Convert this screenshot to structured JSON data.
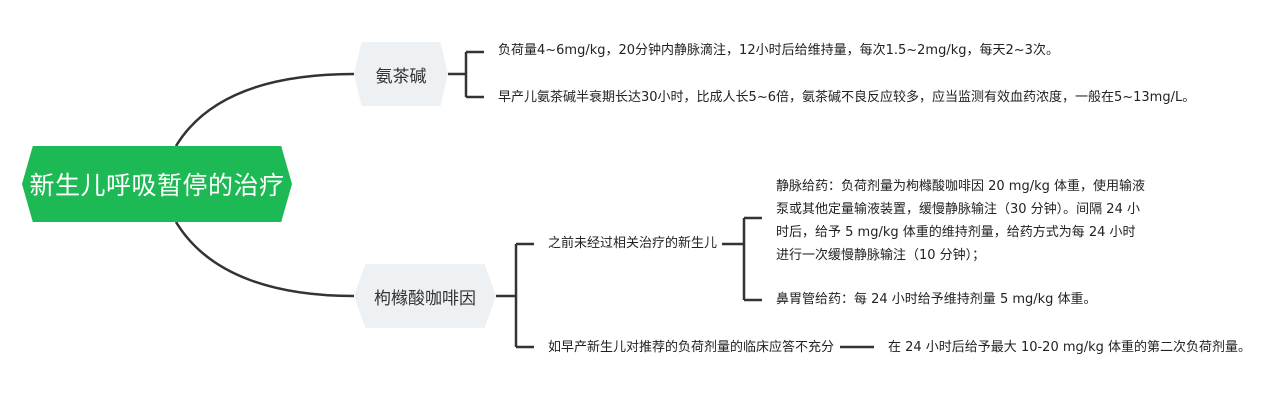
{
  "root": {
    "label": "新生儿呼吸暂停的治疗"
  },
  "branches": [
    {
      "label": "氨茶碱",
      "items": [
        "负荷量4~6mg/kg，20分钟内静脉滴注，12小时后给维持量，每次1.5~2mg/kg，每天2~3次。",
        "早产儿氨茶碱半衰期长达30小时，比成人长5~6倍，氨茶碱不良反应较多，应当监测有效血药浓度，一般在5~13mg/L。"
      ]
    },
    {
      "label": "枸橼酸咖啡因",
      "subgroups": [
        {
          "label": "之前未经过相关治疗的新生儿",
          "items": [
            "静脉给药：负荷剂量为枸橼酸咖啡因 20 mg/kg 体重，使用输液泵或其他定量输液装置，缓慢静脉输注（30 分钟）。间隔 24 小时后，给予 5 mg/kg 体重的维持剂量，给药方式为每 24 小时进行一次缓慢静脉输注（10 分钟）；",
            "鼻胃管给药：每 24 小时给予维持剂量 5 mg/kg 体重。"
          ]
        },
        {
          "label": "如早产新生儿对推荐的负荷剂量的临床应答不充分",
          "items": [
            "在 24 小时后给予最大 10-20 mg/kg 体重的第二次负荷剂量。"
          ]
        }
      ]
    }
  ],
  "colors": {
    "root_fill": "#1db954",
    "branch_fill": "#eef1f4",
    "line": "#333333"
  }
}
